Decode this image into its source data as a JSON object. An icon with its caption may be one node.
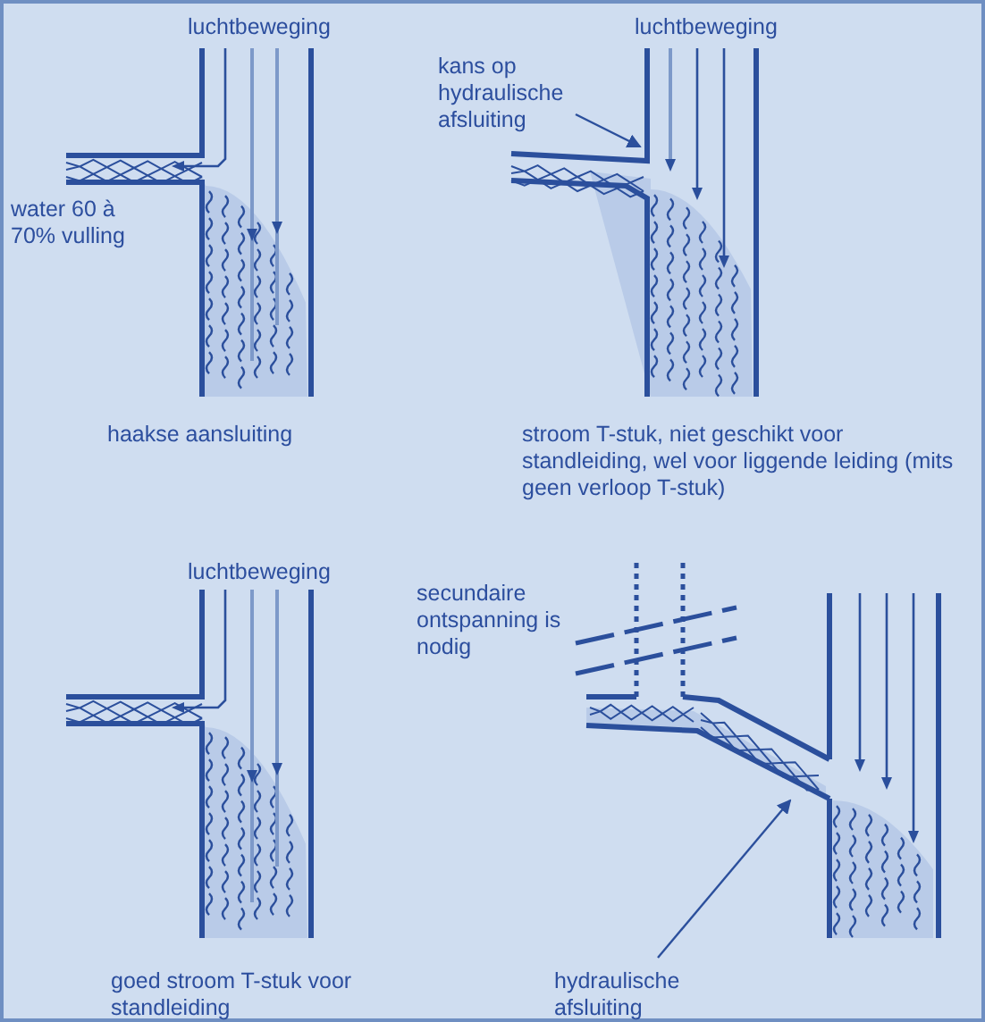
{
  "diagram": {
    "nodes": [
      {
        "text": [
          "kans op hydraulische afsluiting"
        ]
      },
      {
        "text": [
          "hydraulische afsluiting"
        ]
      }
    ],
    "edges": [
      {
        "from": 0,
        "to": null,
        "arrow": "to"
      },
      {
        "from": 1,
        "to": null,
        "arrow": "to"
      }
    ],
    "labels": [
      "luchtbeweging",
      "luchtbeweging",
      "water 60 à 70% vulling",
      "haakse aansluiting",
      "stroom T-stuk, niet geschikt voor standleiding, wel voor liggende leiding (mits geen verloop T-stuk)",
      "luchtbeweging",
      "secundaire ontspanning is nodig",
      "goed stroom T-stuk voor standleiding"
    ]
  }
}
